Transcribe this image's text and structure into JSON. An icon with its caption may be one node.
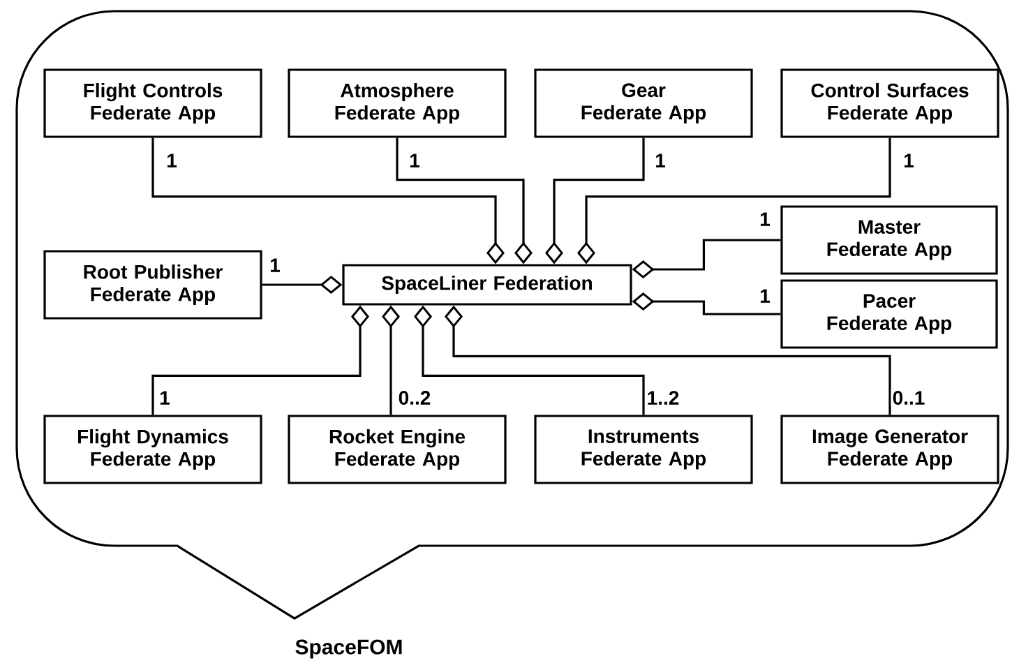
{
  "diagram": {
    "nodes": [
      {
        "text": [
          "SpaceFOM"
        ]
      },
      {
        "text": [
          "Flight Controls Federate App"
        ],
        "in": 0
      },
      {
        "text": [
          "Atmosphere Federate App"
        ],
        "in": 0
      },
      {
        "text": [
          "Gear Federate App"
        ],
        "in": 0
      },
      {
        "text": [
          "Control Surfaces Federate App"
        ],
        "in": 0
      },
      {
        "text": [
          "Root Publisher Federate App"
        ],
        "in": 0
      },
      {
        "text": [
          "SpaceLiner Federation"
        ],
        "in": 0
      },
      {
        "text": [
          "Master Federate App"
        ],
        "in": 0
      },
      {
        "text": [
          "Pacer Federate App"
        ],
        "in": 0
      },
      {
        "text": [
          "Flight Dynamics Federate App"
        ],
        "in": 0
      },
      {
        "text": [
          "Rocket Engine Federate App"
        ],
        "in": 0
      },
      {
        "text": [
          "Instruments Federate App"
        ],
        "in": 0
      },
      {
        "text": [
          "Image Generator Federate App"
        ],
        "in": 0
      }
    ],
    "edges": [
      {
        "from": 1,
        "to": 6,
        "arrow": "other",
        "label": "1"
      },
      {
        "from": 2,
        "to": 6,
        "arrow": "other",
        "label": "1"
      },
      {
        "from": 3,
        "to": 6,
        "arrow": "other",
        "label": "1"
      },
      {
        "from": 4,
        "to": 6,
        "arrow": "other",
        "label": "1"
      },
      {
        "from": 5,
        "to": 6,
        "arrow": "other",
        "label": "1"
      },
      {
        "from": 7,
        "to": 6,
        "arrow": "other",
        "label": "1"
      },
      {
        "from": 8,
        "to": 6,
        "arrow": "other",
        "label": "1"
      },
      {
        "from": 9,
        "to": 6,
        "arrow": "other",
        "label": "1"
      },
      {
        "from": 10,
        "to": 6,
        "arrow": "other",
        "label": "0..2"
      },
      {
        "from": 11,
        "to": 6,
        "arrow": "other",
        "label": "1..2"
      },
      {
        "from": 12,
        "to": 6,
        "arrow": "other",
        "label": "0..1"
      }
    ]
  }
}
